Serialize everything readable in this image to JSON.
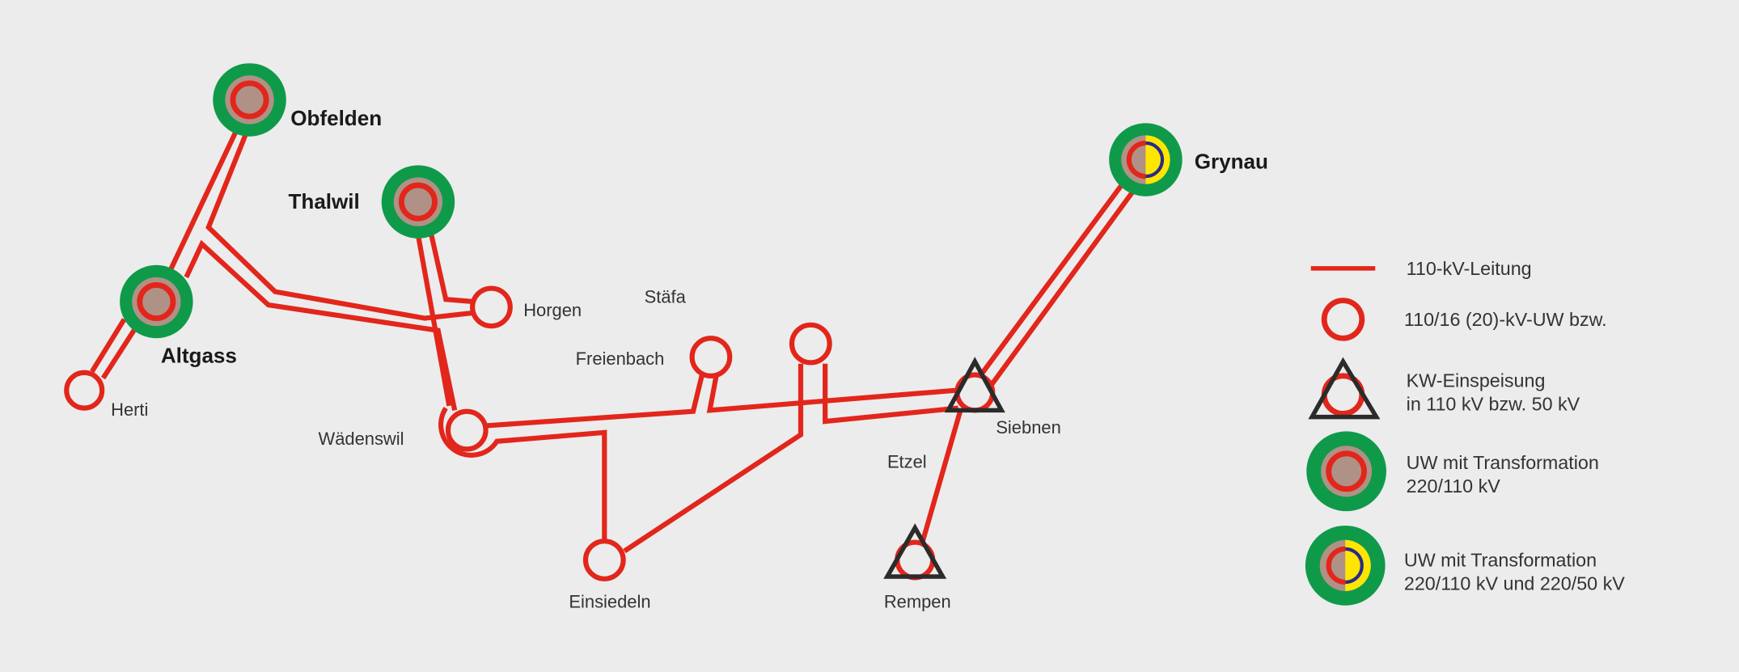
{
  "colors": {
    "line": "#e2261b",
    "green": "#0f9a4a",
    "brown": "#b09186",
    "yellow": "#ffe600",
    "blue": "#2a2a8a",
    "triangle": "#2b2b2b",
    "background": "#ececec"
  },
  "stations_major": {
    "obfelden": "Obfelden",
    "thalwil": "Thalwil",
    "altgass": "Altgass",
    "grynau": "Grynau"
  },
  "stations": {
    "herti": "Herti",
    "horgen": "Horgen",
    "staefa": "Stäfa",
    "freienbach": "Freienbach",
    "waedenswil": "Wädenswil",
    "siebnen": "Siebnen",
    "etzel": "Etzel",
    "einsiedeln": "Einsiedeln",
    "rempen": "Rempen"
  },
  "legend": [
    {
      "line1": "110-kV-Leitung"
    },
    {
      "line1": "110/16 (20)-kV-UW bzw."
    },
    {
      "line1": "KW-Einspeisung",
      "line2": "in 110 kV bzw. 50 kV"
    },
    {
      "line1": "UW mit Transformation",
      "line2": "220/110 kV"
    },
    {
      "line1": "UW mit Transformation",
      "line2": "220/110 kV und 220/50 kV"
    }
  ]
}
